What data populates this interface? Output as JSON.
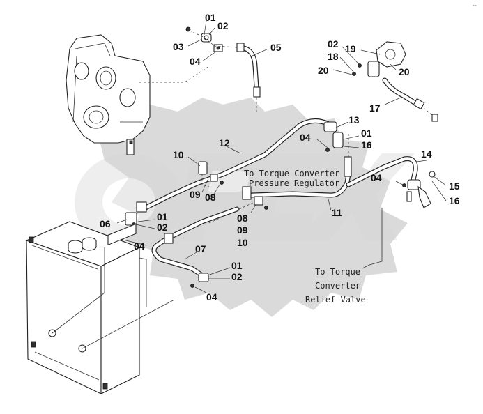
{
  "corner_mark": "--",
  "callouts": {
    "c01_top": "01",
    "c02_top": "02",
    "c03": "03",
    "c04_top": "04",
    "c05": "05",
    "c02_tr": "02",
    "c18": "18",
    "c19": "19",
    "c20_left": "20",
    "c20_right": "20",
    "c17": "17",
    "c13": "13",
    "c01_mid": "01",
    "c04_mid": "04",
    "c16_mid": "16",
    "c12": "12",
    "c10_top": "10",
    "c09_a": "09",
    "c08_a": "08",
    "c14": "14",
    "c04_right": "04",
    "c15": "15",
    "c16_right": "16",
    "c11": "11",
    "c08_b": "08",
    "c09_b": "09",
    "c10_b": "10",
    "c06": "06",
    "c01_left": "01",
    "c02_left": "02",
    "c04_left": "04",
    "c07": "07",
    "c01_bottom": "01",
    "c02_bottom": "02",
    "c04_bottom": "04"
  },
  "notes": {
    "pressure_regulator": [
      "To Torque Converter",
      "Pressure Regulator"
    ],
    "relief_valve": [
      "To Torque",
      "Converter",
      "Relief Valve"
    ]
  },
  "watermark": "OPEX"
}
